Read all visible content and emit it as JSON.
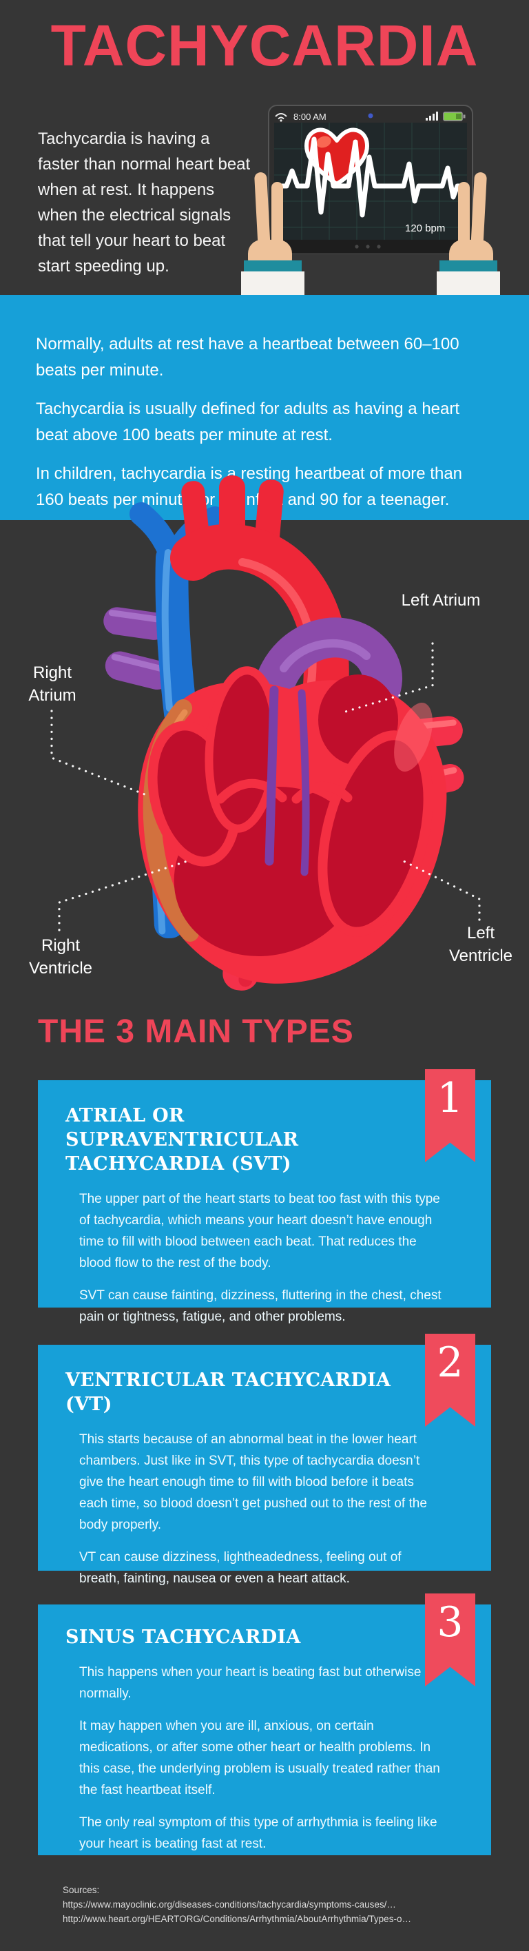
{
  "header": {
    "title": "TACHYCARDIA",
    "intro": "Tachycardia is having a faster than normal heart beat when at rest. It happens when the electrical signals that tell your heart to beat start speeding up."
  },
  "tablet": {
    "time": "8:00 AM",
    "bpm": "120 bpm",
    "icons": [
      "wifi-icon",
      "camera-dot",
      "signal-bars-icon",
      "battery-icon",
      "heart-emoji-icon",
      "ecg-line"
    ]
  },
  "facts": [
    "Normally, adults at rest have a heartbeat between 60–100 beats per minute.",
    "Tachycardia is usually defined for adults as having a heart beat above 100 beats per minute at rest.",
    "In children, tachycardia is a resting heartbeat of more than 160 beats per minute for an infant and 90 for a teenager."
  ],
  "heart": {
    "labels": {
      "right_atrium": "Right Atrium",
      "left_atrium": "Left Atrium",
      "right_ventricle": "Right Ventricle",
      "left_ventricle": "Left Ventricle"
    }
  },
  "types_heading": "THE 3 MAIN TYPES",
  "cards": [
    {
      "number": "1",
      "title": "ATRIAL OR SUPRAVENTRICULAR TACHYCARDIA (SVT)",
      "paragraphs": [
        "The upper part of the heart starts to beat too fast with this type of tachycardia, which means your heart doesn’t have enough time to fill with blood between each beat. That reduces the blood flow to the rest of the body.",
        "SVT can cause fainting, dizziness, fluttering in the chest, chest pain or tightness, fatigue, and other problems."
      ]
    },
    {
      "number": "2",
      "title": "VENTRICULAR TACHYCARDIA (VT)",
      "paragraphs": [
        "This starts because of an abnormal beat in the lower heart chambers. Just like in SVT, this type of tachycardia doesn’t give the heart enough time to fill with blood before it beats each time, so blood doesn’t get pushed out to the rest of the body properly.",
        "VT can cause dizziness, lightheadedness, feeling out of breath, fainting, nausea or even a heart attack."
      ]
    },
    {
      "number": "3",
      "title": "SINUS TACHYCARDIA",
      "paragraphs": [
        "This happens when your heart is beating fast but otherwise normally.",
        "It may happen when you are ill, anxious, on certain medications, or after some other heart or health problems. In this case, the underlying problem is usually treated rather than the fast heartbeat itself.",
        "The only real symptom of this type of arrhythmia is feeling like your heart is beating fast at rest."
      ]
    }
  ],
  "sources": {
    "label": "Sources:",
    "urls": [
      "https://www.mayoclinic.org/diseases-conditions/tachycardia/symptoms-causes/…",
      "http://www.heart.org/HEARTORG/Conditions/Arrhythmia/AboutArrhythmia/Types-o…"
    ]
  },
  "colors": {
    "background": "#363636",
    "accent_red": "#ef4558",
    "ribbon_red": "#ef4b5c",
    "panel_blue": "#17a0d8",
    "battery_green": "#7dc943",
    "heart_red": "#f42f42",
    "chamber_red": "#c00e2c",
    "vessel_blue": "#1d72d2",
    "vessel_purple": "#8b4bab",
    "atrium_orange": "#d2713e"
  }
}
